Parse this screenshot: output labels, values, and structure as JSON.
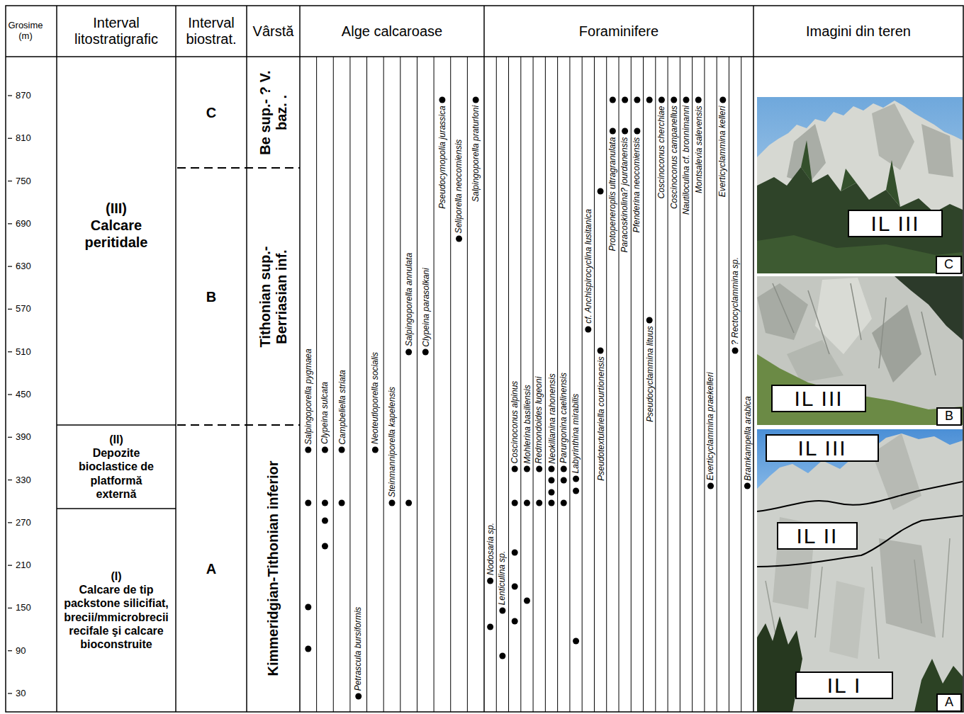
{
  "diagram": {
    "nodes": [
      {
        "text": [
          "(III)",
          "Calcare peritidale"
        ]
      },
      {
        "text": [
          "(II)",
          "Depozite bioclastice de platformă externă"
        ]
      },
      {
        "text": [
          "(I)",
          "Calcare de tip packstone silicifiat, brecii/mmicrobrecii recifale şi calcare bioconstruite"
        ]
      },
      {
        "text": [
          "C"
        ]
      },
      {
        "text": [
          "B"
        ]
      },
      {
        "text": [
          "A"
        ]
      },
      {
        "text": [
          "Be sup.- ? V. baz. ."
        ]
      },
      {
        "text": [
          "Tithonian sup.- Berriasian inf."
        ]
      },
      {
        "text": [
          "Kimmeridgian-Tithonian inferior"
        ]
      },
      {
        "text": [
          "IL III"
        ]
      },
      {
        "text": [
          "C"
        ]
      },
      {
        "text": [
          "IL III"
        ]
      },
      {
        "text": [
          "B"
        ]
      },
      {
        "text": [
          "IL III"
        ]
      },
      {
        "text": [
          "IL II"
        ]
      },
      {
        "text": [
          "IL I"
        ]
      },
      {
        "text": [
          "A"
        ]
      }
    ],
    "labels": [
      "Grosime (m)",
      "Interval litostratigrafic",
      "Interval biostrat.",
      "Vârstă",
      "Alge calcaroase",
      "Foraminifere",
      "Imagini din teren",
      "870",
      "810",
      "750",
      "690",
      "630",
      "570",
      "510",
      "450",
      "390",
      "330",
      "270",
      "210",
      "150",
      "90",
      "30",
      "Salpingoporella pygmaea",
      "Clypeina sulcata",
      "Campbeliella striata",
      "Petrascula bursiformis",
      "Neoteutloporella socialis",
      "Steinmanniporella kapelensis",
      "Salpingoporella annulata",
      "Clypeina parasolkani",
      "Pseudocymopolia jurassica",
      "Seliporella neocomiensis",
      "Salpingoporella praturloni",
      "Nodosaria sp.",
      "Lenticulina sp.",
      "Coscinoconus alpinus",
      "Mohlerina basiliensis",
      "Redmondoides lugeoni",
      "Neokilianina rahonensis",
      "Parurgonina caelinensis",
      "Labyrinthina mirabilis",
      "cf. Anchispirocyclina lusitanica",
      "Pseudotextulariella courtionensis",
      "Protopeneroplis ultragranulata",
      "Paracoskinolina? jourdanensis",
      "Pfenderina neocomiensis",
      "Pseudocyclammina lituus",
      "Coscinoconus cherchiae",
      "Coscinoconus campanellus",
      "Nautiloculina cf. bronnimanni",
      "Montsalevia salevensis",
      "Everticyclammina praekelleri",
      "Everticyclammina kelleri",
      "? Rectocyclammina sp.",
      "Bramkampella arabica"
    ]
  }
}
